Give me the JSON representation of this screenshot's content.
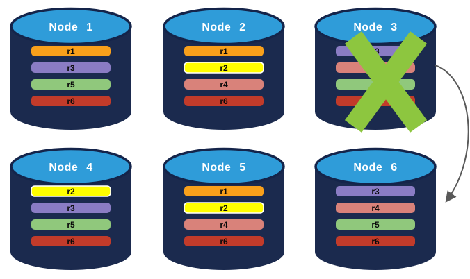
{
  "diagram": {
    "description": "Replicated database cluster with failed node",
    "colors": {
      "background": "#ffffff",
      "cylinder_body": "#1B2A4E",
      "cylinder_top": "#2F9CD9",
      "cylinder_outline": "#14244A",
      "title_text": "#ffffff",
      "replica_text": "#0a0a0a",
      "highlight_border": "#ffffff",
      "failure_x": "#8DC63F",
      "arrow": "#595959"
    },
    "nodes": [
      {
        "id": "node-1",
        "title": "Node 1",
        "failed": false,
        "replicas": [
          {
            "label": "r1",
            "color": "#F9A01B",
            "highlighted": false
          },
          {
            "label": "r3",
            "color": "#8A7CC4",
            "highlighted": false
          },
          {
            "label": "r5",
            "color": "#90C87C",
            "highlighted": false
          },
          {
            "label": "r6",
            "color": "#C23B2A",
            "highlighted": false
          }
        ]
      },
      {
        "id": "node-2",
        "title": "Node 2",
        "failed": false,
        "replicas": [
          {
            "label": "r1",
            "color": "#F9A01B",
            "highlighted": false
          },
          {
            "label": "r2",
            "color": "#FFFF00",
            "highlighted": true
          },
          {
            "label": "r4",
            "color": "#D9827A",
            "highlighted": false
          },
          {
            "label": "r6",
            "color": "#C23B2A",
            "highlighted": false
          }
        ]
      },
      {
        "id": "node-3",
        "title": "Node 3",
        "failed": true,
        "replicas": [
          {
            "label": "r3",
            "color": "#8A7CC4",
            "highlighted": false
          },
          {
            "label": "r4",
            "color": "#D9827A",
            "highlighted": false
          },
          {
            "label": "r5",
            "color": "#90C87C",
            "highlighted": false
          },
          {
            "label": "r6",
            "color": "#C23B2A",
            "highlighted": false
          }
        ]
      },
      {
        "id": "node-4",
        "title": "Node 4",
        "failed": false,
        "replicas": [
          {
            "label": "r2",
            "color": "#FFFF00",
            "highlighted": true
          },
          {
            "label": "r3",
            "color": "#8A7CC4",
            "highlighted": false
          },
          {
            "label": "r5",
            "color": "#90C87C",
            "highlighted": false
          },
          {
            "label": "r6",
            "color": "#C23B2A",
            "highlighted": false
          }
        ]
      },
      {
        "id": "node-5",
        "title": "Node 5",
        "failed": false,
        "replicas": [
          {
            "label": "r1",
            "color": "#F9A01B",
            "highlighted": false
          },
          {
            "label": "r2",
            "color": "#FFFF00",
            "highlighted": true
          },
          {
            "label": "r4",
            "color": "#D9827A",
            "highlighted": false
          },
          {
            "label": "r6",
            "color": "#C23B2A",
            "highlighted": false
          }
        ]
      },
      {
        "id": "node-6",
        "title": "Node 6",
        "failed": false,
        "replicas": [
          {
            "label": "r3",
            "color": "#8A7CC4",
            "highlighted": false
          },
          {
            "label": "r4",
            "color": "#D9827A",
            "highlighted": false
          },
          {
            "label": "r5",
            "color": "#90C87C",
            "highlighted": false
          },
          {
            "label": "r6",
            "color": "#C23B2A",
            "highlighted": false
          }
        ]
      }
    ],
    "failure_icon": "x-mark",
    "arrow": {
      "from": "node-3",
      "to": "node-6",
      "style": "curved"
    }
  }
}
